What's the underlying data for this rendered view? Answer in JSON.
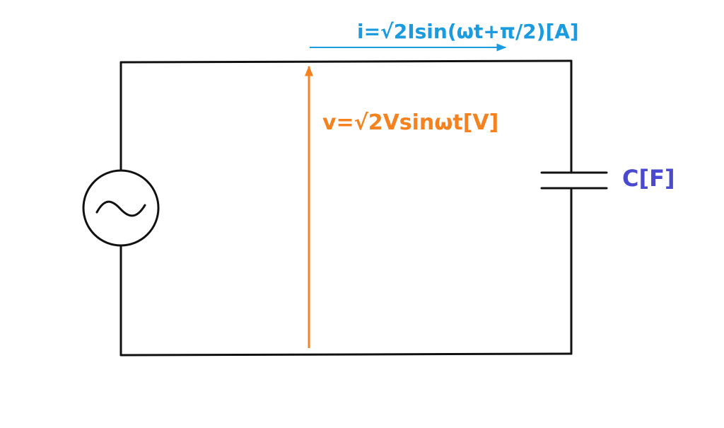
{
  "labels": {
    "current": "i=√2Isin(ωt+π/2)[A]",
    "voltage": "v=√2Vsinωt[V]",
    "capacitance": "C[F]"
  },
  "colors": {
    "wire": "#111111",
    "current": "#1a9be0",
    "voltage": "#f5821f",
    "capacitor_label": "#4a4ad0"
  },
  "icons": {
    "source": "ac-voltage-source-icon",
    "capacitor": "capacitor-icon"
  }
}
